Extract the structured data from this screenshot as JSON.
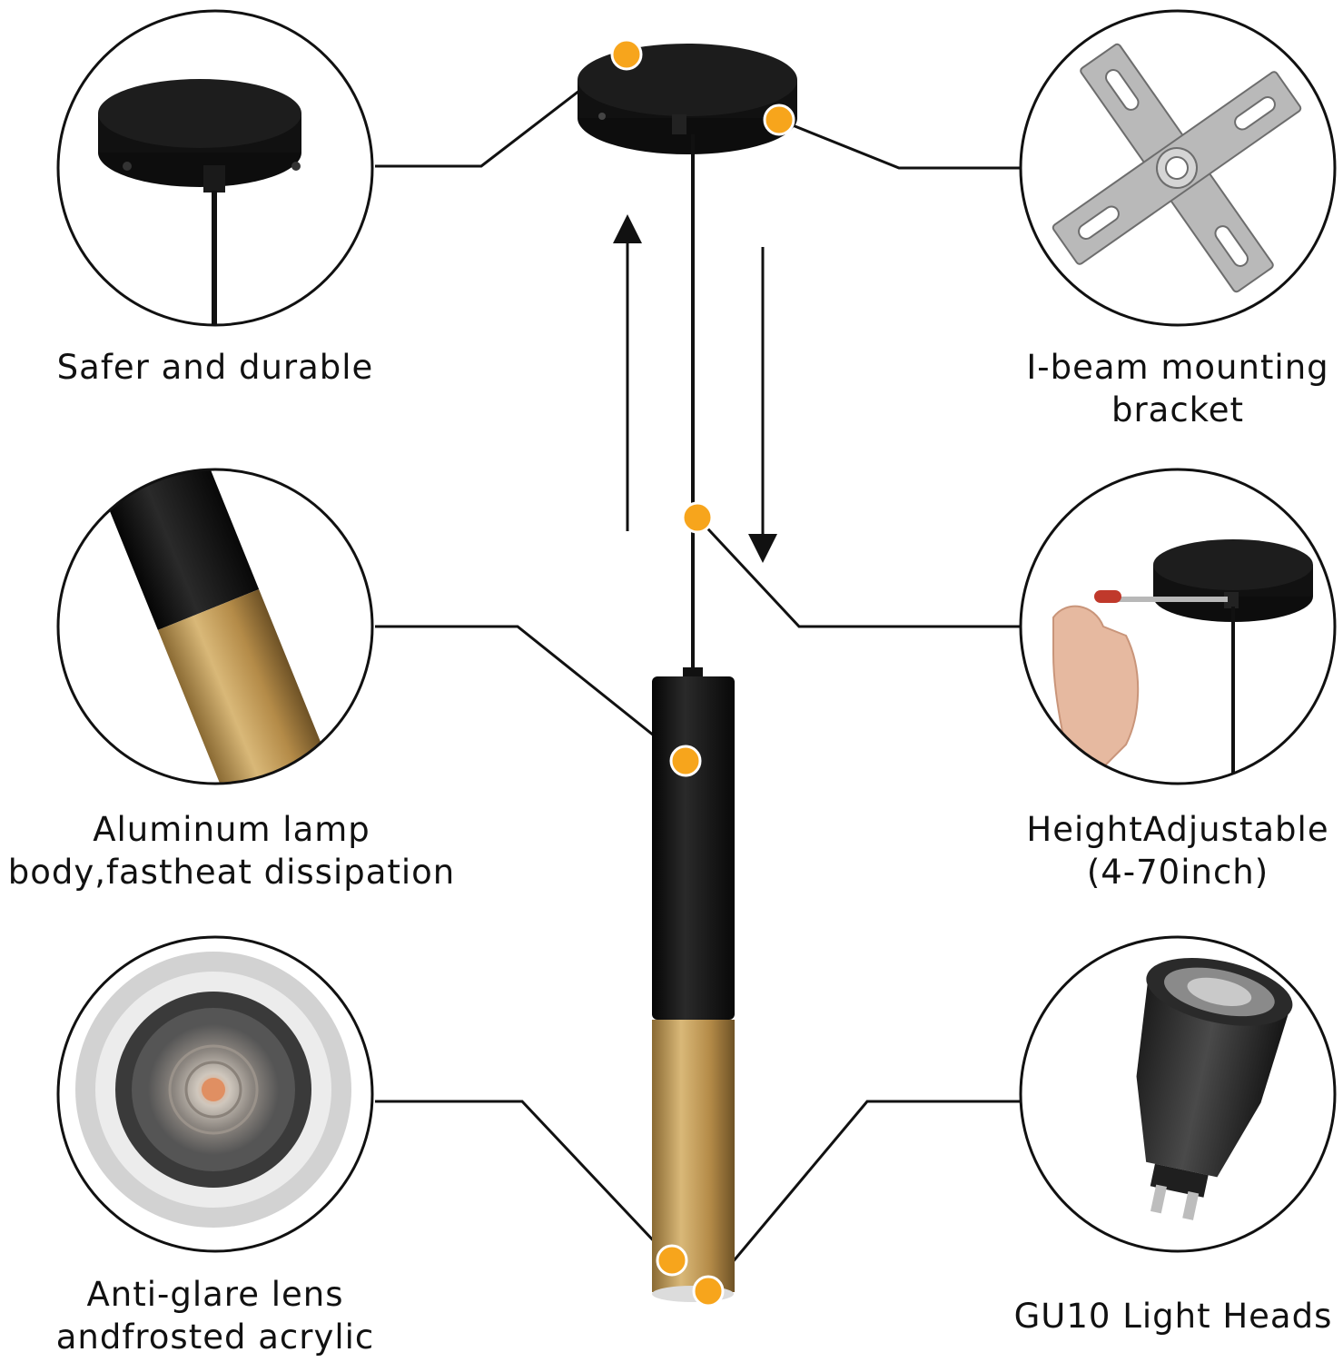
{
  "colors": {
    "callout_dot": "#f7a51c",
    "lamp_black": "#151515",
    "lamp_gold": "#c29a57",
    "line": "#111111"
  },
  "callouts": {
    "safer_durable": {
      "lines": [
        "Safer and durable"
      ]
    },
    "mounting_bracket": {
      "lines": [
        "I-beam mounting",
        "bracket"
      ]
    },
    "aluminum_body": {
      "lines": [
        "Aluminum lamp",
        "body,fastheat dissipation"
      ]
    },
    "height_adjustable": {
      "lines": [
        "HeightAdjustable",
        "(4-70inch)"
      ]
    },
    "anti_glare": {
      "lines": [
        "Anti-glare lens",
        "andfrosted acrylic"
      ]
    },
    "gu10": {
      "lines": [
        "GU10 Light Heads"
      ]
    }
  }
}
